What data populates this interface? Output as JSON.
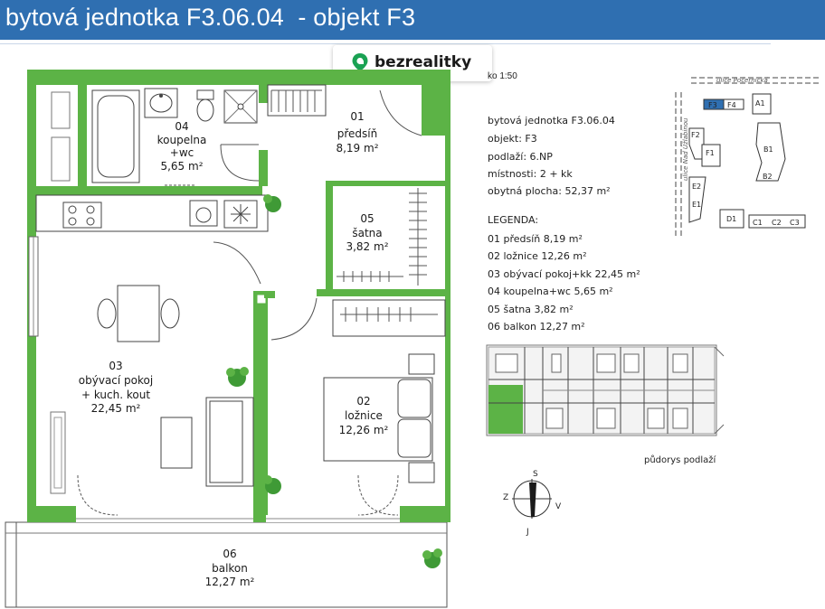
{
  "header": {
    "title": "bytová jednotka F3.06.04  - objekt F3"
  },
  "brand": {
    "logo_text": "bezrealitky",
    "color": "#1aa253"
  },
  "scale": "ko 1:50",
  "info": {
    "lines": [
      "bytová jednotka F3.06.04",
      "objekt: F3",
      "podlaží: 6.NP",
      "místnosti: 2 + kk",
      "obytná plocha: 52,37 m²"
    ]
  },
  "legend": {
    "title": "LEGENDA:",
    "items": [
      "01 předsíň 8,19 m²",
      "02 ložnice 12,26 m²",
      "03 obývací pokoj+kk 22,45 m²",
      "04 koupelna+wc 5,65 m²",
      "05 šatna 3,82 m²",
      "06 balkon 12,27 m²"
    ]
  },
  "rooms": {
    "r01": {
      "num": "01",
      "name": "předsíň",
      "area": "8,19 m²"
    },
    "r02": {
      "num": "02",
      "name": "ložnice",
      "area": "12,26 m²"
    },
    "r03": {
      "num": "03",
      "name1": "obývací pokoj",
      "name2": "+ kuch. kout",
      "area": "22,45 m²"
    },
    "r04": {
      "num": "04",
      "name1": "koupelna",
      "name2": "+wc",
      "area": "5,65 m²"
    },
    "r05": {
      "num": "05",
      "name": "šatna",
      "area": "3,82 m²"
    },
    "r06": {
      "num": "06",
      "name": "balkon",
      "area": "12,27 m²"
    }
  },
  "site": {
    "street_top": "ulice Počernická",
    "street_side": "ulice Nad Úžlabinou",
    "buildings": [
      "F3",
      "F4",
      "A1",
      "F2",
      "F1",
      "B1",
      "B2",
      "E2",
      "E1",
      "D1",
      "C1",
      "C2",
      "C3"
    ],
    "highlight": "F3",
    "highlight_color": "#2f6fb1"
  },
  "floor_plan_label": "půdorys podlaží",
  "compass": {
    "n": "S",
    "s": "J",
    "w": "Z",
    "e": "V"
  },
  "colors": {
    "wall": "#5cb346",
    "header": "#2f6fb1"
  }
}
